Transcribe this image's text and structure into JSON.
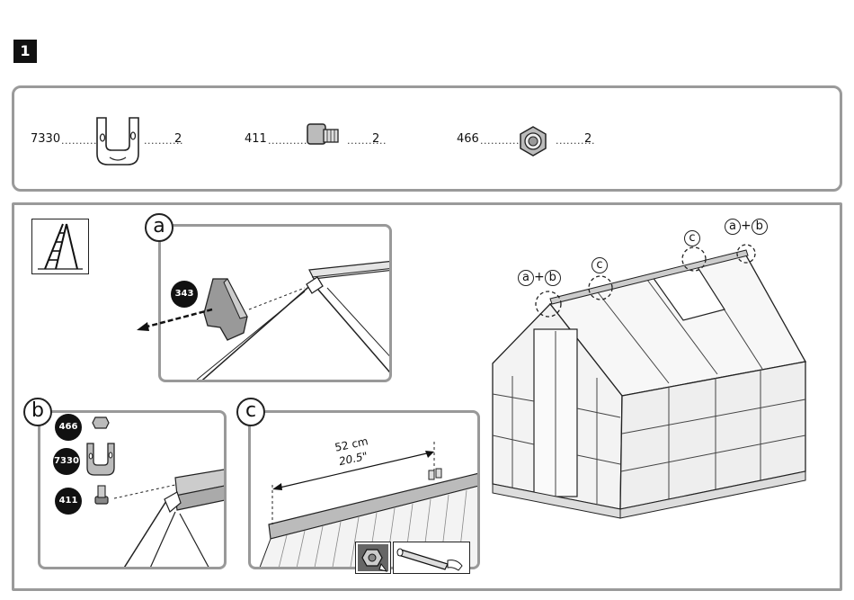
{
  "step": {
    "number": "1"
  },
  "parts": [
    {
      "code": "7330",
      "qty": "2",
      "icon": "u-bracket-icon"
    },
    {
      "code": "411",
      "qty": "2",
      "icon": "bolt-icon"
    },
    {
      "code": "466",
      "qty": "2",
      "icon": "hex-nut-icon"
    }
  ],
  "leaders": {
    "dots": "..........."
  },
  "tool": {
    "icon": "ladder-icon"
  },
  "insets": {
    "a": {
      "letter": "a",
      "part_code": "343"
    },
    "b": {
      "letter": "b",
      "parts": [
        "466",
        "7330",
        "411"
      ]
    },
    "c": {
      "letter": "c",
      "measure_cm": "52 cm",
      "measure_in": "20.5\""
    }
  },
  "overview": {
    "callouts": [
      {
        "text_a": "a",
        "plus": "+",
        "text_b": "b"
      },
      {
        "text": "c"
      },
      {
        "text": "c"
      },
      {
        "text_a": "a",
        "plus": "+",
        "text_b": "b"
      }
    ]
  }
}
